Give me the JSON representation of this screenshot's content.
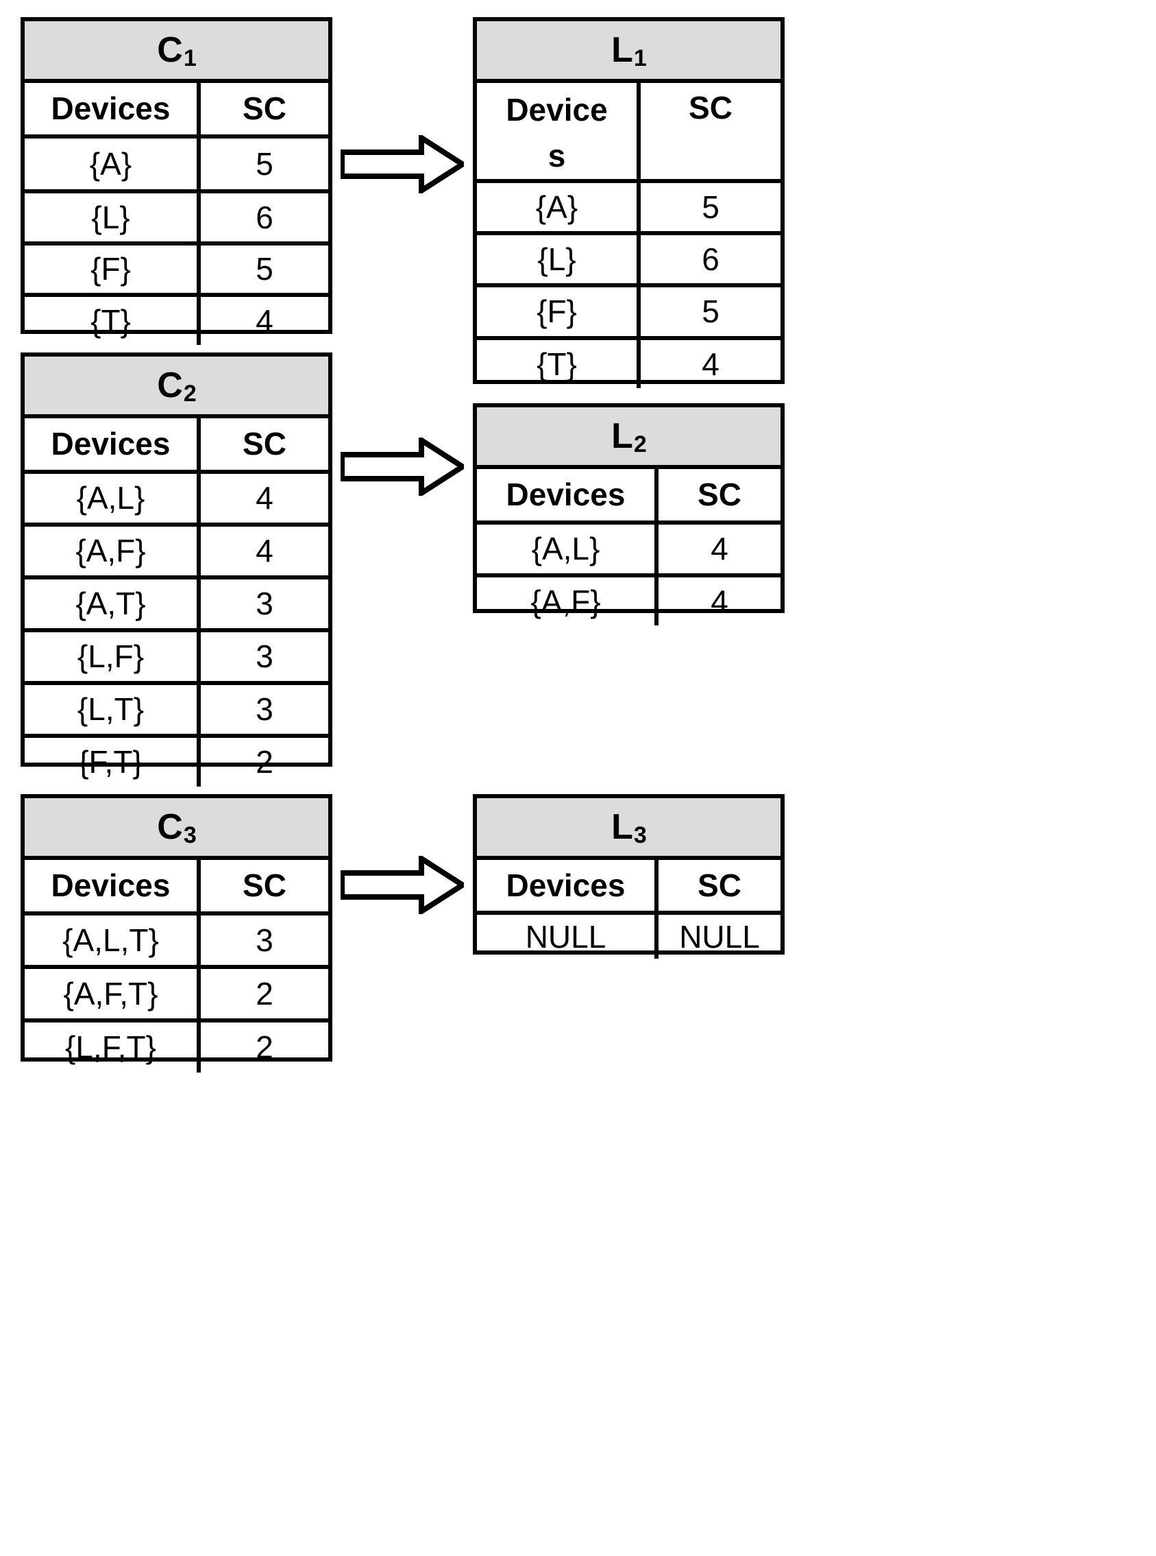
{
  "diagram": {
    "title": "Candidate and frequent itemset generation tables",
    "column_headers": {
      "devices": "Devices",
      "sc": "SC"
    },
    "null_value": "NULL",
    "colors": {
      "title_bar": "#dcdcdc",
      "border": "#000000",
      "background": "#ffffff"
    }
  },
  "tables": {
    "c1": {
      "name": "C",
      "subscript": "1",
      "label": "C1",
      "headers": [
        "Devices",
        "SC"
      ],
      "rows": [
        {
          "devices": "{A}",
          "sc": "5"
        },
        {
          "devices": "{L}",
          "sc": "6"
        },
        {
          "devices": "{F}",
          "sc": "5"
        },
        {
          "devices": "{T}",
          "sc": "4"
        }
      ]
    },
    "l1": {
      "name": "L",
      "subscript": "1",
      "label": "L1",
      "headers": [
        "Device",
        "s",
        "SC"
      ],
      "header_devices_line1": "Device",
      "header_devices_line2": "s",
      "header_sc": "SC",
      "rows": [
        {
          "devices": "{A}",
          "sc": "5"
        },
        {
          "devices": "{L}",
          "sc": "6"
        },
        {
          "devices": "{F}",
          "sc": "5"
        },
        {
          "devices": "{T}",
          "sc": "4"
        }
      ]
    },
    "c2": {
      "name": "C",
      "subscript": "2",
      "label": "C2",
      "headers": [
        "Devices",
        "SC"
      ],
      "rows": [
        {
          "devices": "{A,L}",
          "sc": "4"
        },
        {
          "devices": "{A,F}",
          "sc": "4"
        },
        {
          "devices": "{A,T}",
          "sc": "3"
        },
        {
          "devices": "{L,F}",
          "sc": "3"
        },
        {
          "devices": "{L,T}",
          "sc": "3"
        },
        {
          "devices": "{F,T}",
          "sc": "2"
        }
      ]
    },
    "l2": {
      "name": "L",
      "subscript": "2",
      "label": "L2",
      "headers": [
        "Devices",
        "SC"
      ],
      "rows": [
        {
          "devices": "{A,L}",
          "sc": "4"
        },
        {
          "devices": "{A,F}",
          "sc": "4"
        }
      ]
    },
    "c3": {
      "name": "C",
      "subscript": "3",
      "label": "C3",
      "headers": [
        "Devices",
        "SC"
      ],
      "rows": [
        {
          "devices": "{A,L,T}",
          "sc": "3"
        },
        {
          "devices": "{A,F,T}",
          "sc": "2"
        },
        {
          "devices": "{L,F,T}",
          "sc": "2"
        }
      ]
    },
    "l3": {
      "name": "L",
      "subscript": "3",
      "label": "L3",
      "headers": [
        "Devices",
        "SC"
      ],
      "rows": [
        {
          "devices": "NULL",
          "sc": "NULL"
        }
      ]
    }
  },
  "arrows": [
    {
      "id": "arrow-c1-l1",
      "from": "C1",
      "to": "L1"
    },
    {
      "id": "arrow-c2-l2",
      "from": "C2",
      "to": "L2"
    },
    {
      "id": "arrow-c3-l3",
      "from": "C3",
      "to": "L3"
    }
  ]
}
